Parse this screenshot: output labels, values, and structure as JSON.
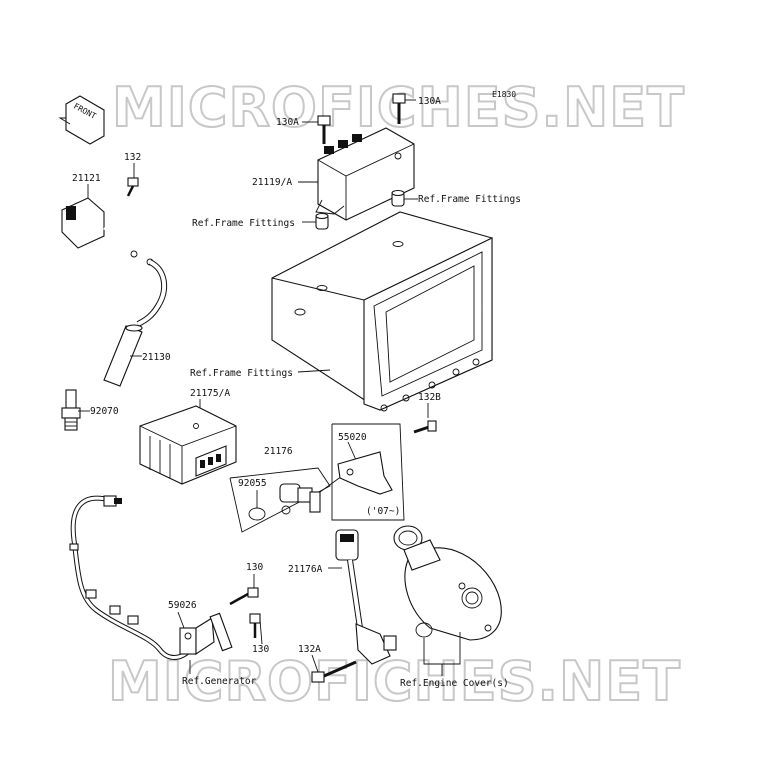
{
  "diagram": {
    "code": "E1830",
    "watermark_top": "MICROFICHES.NET",
    "watermark_bottom": "MICROFICHES.NET",
    "front_label": "FRONT",
    "labels": {
      "l_130A_top": "130A",
      "l_130A_left": "130A",
      "l_21119A": "21119/A",
      "l_ref_frame_1": "Ref.Frame Fittings",
      "l_ref_frame_2": "Ref.Frame Fittings",
      "l_ref_frame_3": "Ref.Frame Fittings",
      "l_132_top": "132",
      "l_21121": "21121",
      "l_21130": "21130",
      "l_92070": "92070",
      "l_21175A": "21175/A",
      "l_21176": "21176",
      "l_92055": "92055",
      "l_55020": "55020",
      "l_07": "('07~)",
      "l_132B": "132B",
      "l_21176A": "21176A",
      "l_130_upper": "130",
      "l_130_lower": "130",
      "l_59026": "59026",
      "l_ref_generator": "Ref.Generator",
      "l_132A": "132A",
      "l_ref_engine": "Ref.Engine Cover(s)"
    }
  }
}
